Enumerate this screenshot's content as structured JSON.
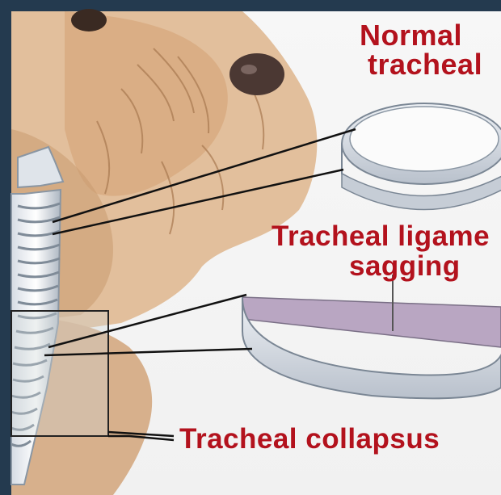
{
  "labels": {
    "normal_line1": "Normal",
    "normal_line2": "tracheal",
    "sagging_line1": "Tracheal ligame",
    "sagging_line2": "sagging",
    "collapsus": "Tracheal collapsus"
  },
  "colors": {
    "frame": "#243a4f",
    "label_red": "#b3121d",
    "dog_fur": "#d9b08a",
    "trachea_ring": "#c8cfd8",
    "ligament": "#a996b4"
  },
  "icons": {
    "dog": "dog-illustration",
    "trachea": "trachea-illustration"
  }
}
